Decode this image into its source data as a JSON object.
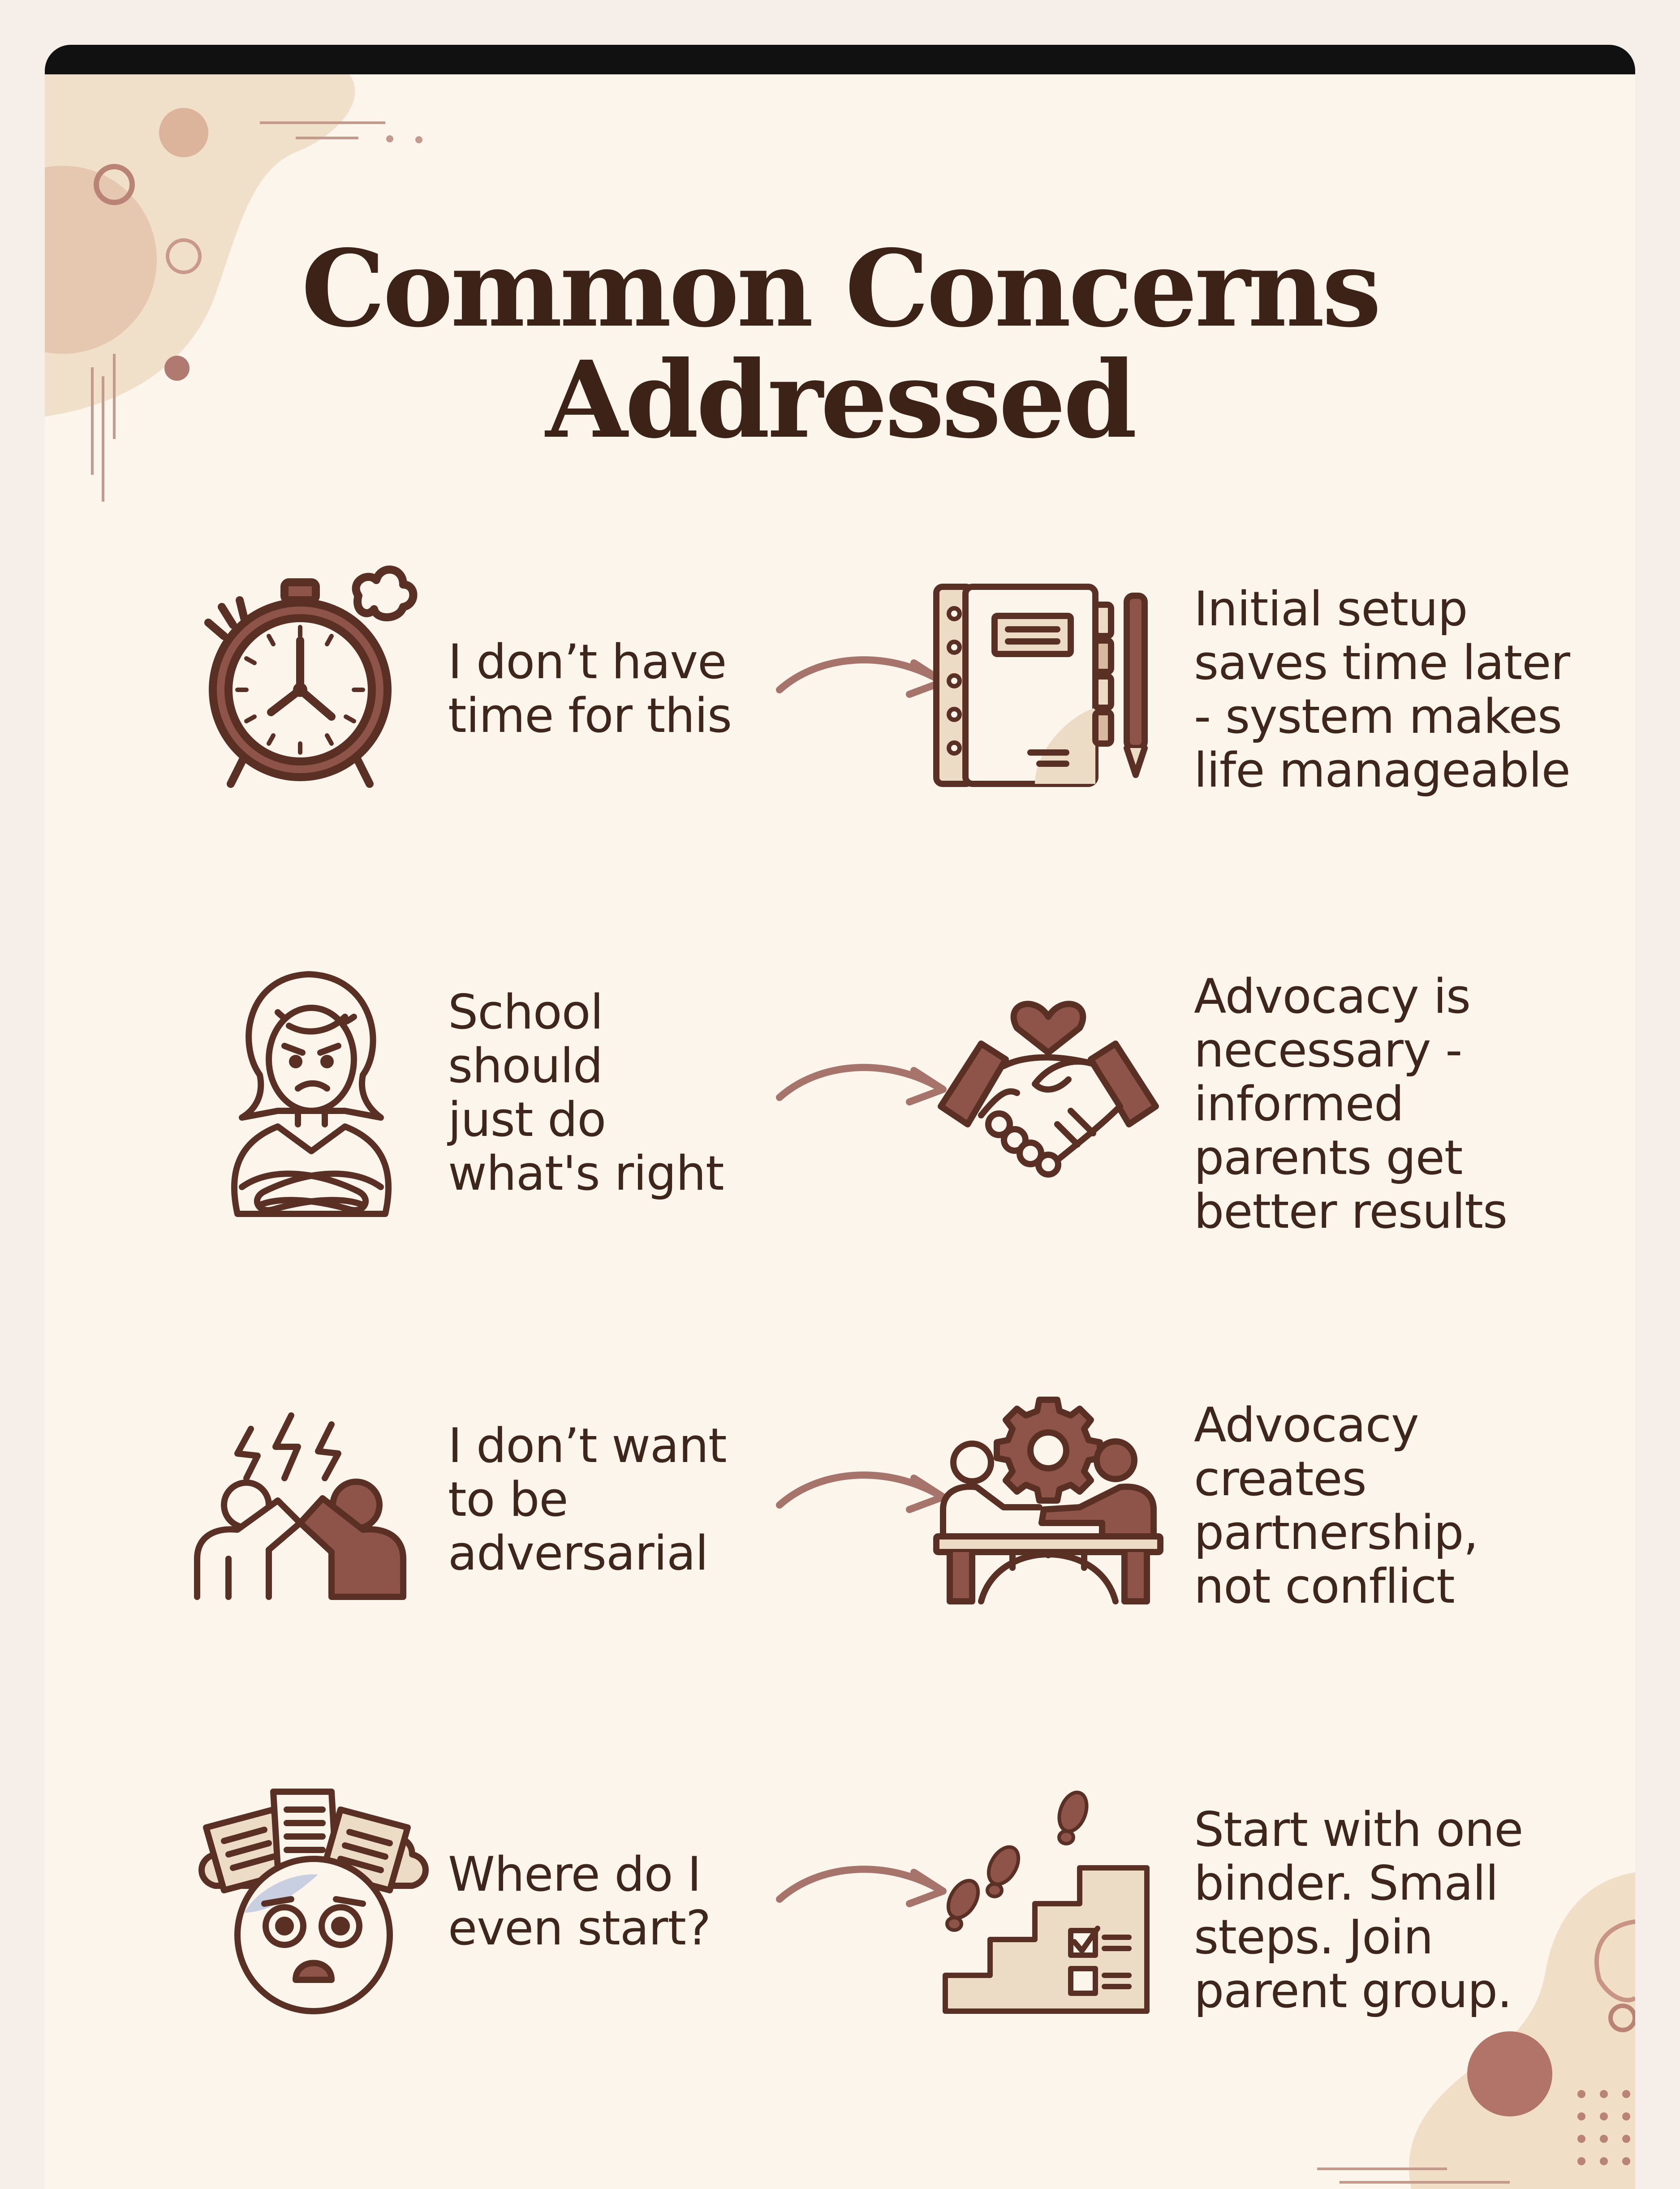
{
  "title_lines": [
    "Common Concerns",
    "Addressed"
  ],
  "colors": {
    "page_bg": "#f6efe9",
    "card_bg": "#fbf5ec",
    "top_bar": "#111111",
    "title": "#3d2217",
    "text": "#3f261c",
    "icon_stroke": "#5a3024",
    "icon_fill_brown": "#8e5449",
    "icon_fill_tan": "#ecdcc6",
    "arrow": "#a6746b",
    "deco_tan": "#eedcc3",
    "deco_rose": "#b98376"
  },
  "rows": [
    {
      "concern_icon": "alarm-clock-icon",
      "concern_lines": [
        "I don’t have",
        "time for this"
      ],
      "arrow_icon": "curved-arrow-icon",
      "response_icon": "planner-binder-icon",
      "response_lines": [
        "Initial setup",
        "saves time later",
        "- system makes",
        "life manageable"
      ]
    },
    {
      "concern_icon": "frustrated-parent-icon",
      "concern_lines": [
        "School",
        "should",
        "just do",
        "what's right"
      ],
      "arrow_icon": "curved-arrow-icon",
      "response_icon": "handshake-heart-icon",
      "response_lines": [
        "Advocacy is",
        "necessary -",
        "informed",
        "parents get",
        "better results"
      ]
    },
    {
      "concern_icon": "conflict-people-icon",
      "concern_lines": [
        "I don’t want",
        "to be",
        "adversarial"
      ],
      "arrow_icon": "curved-arrow-icon",
      "response_icon": "partnership-table-icon",
      "response_lines": [
        "Advocacy",
        "creates",
        "partnership,",
        "not conflict"
      ]
    },
    {
      "concern_icon": "overwhelmed-face-icon",
      "concern_lines": [
        "Where do I",
        "even start?"
      ],
      "arrow_icon": "curved-arrow-icon",
      "response_icon": "steps-footprints-icon",
      "response_lines": [
        "Start with one",
        "binder. Small",
        "steps. Join",
        "parent group."
      ]
    }
  ]
}
